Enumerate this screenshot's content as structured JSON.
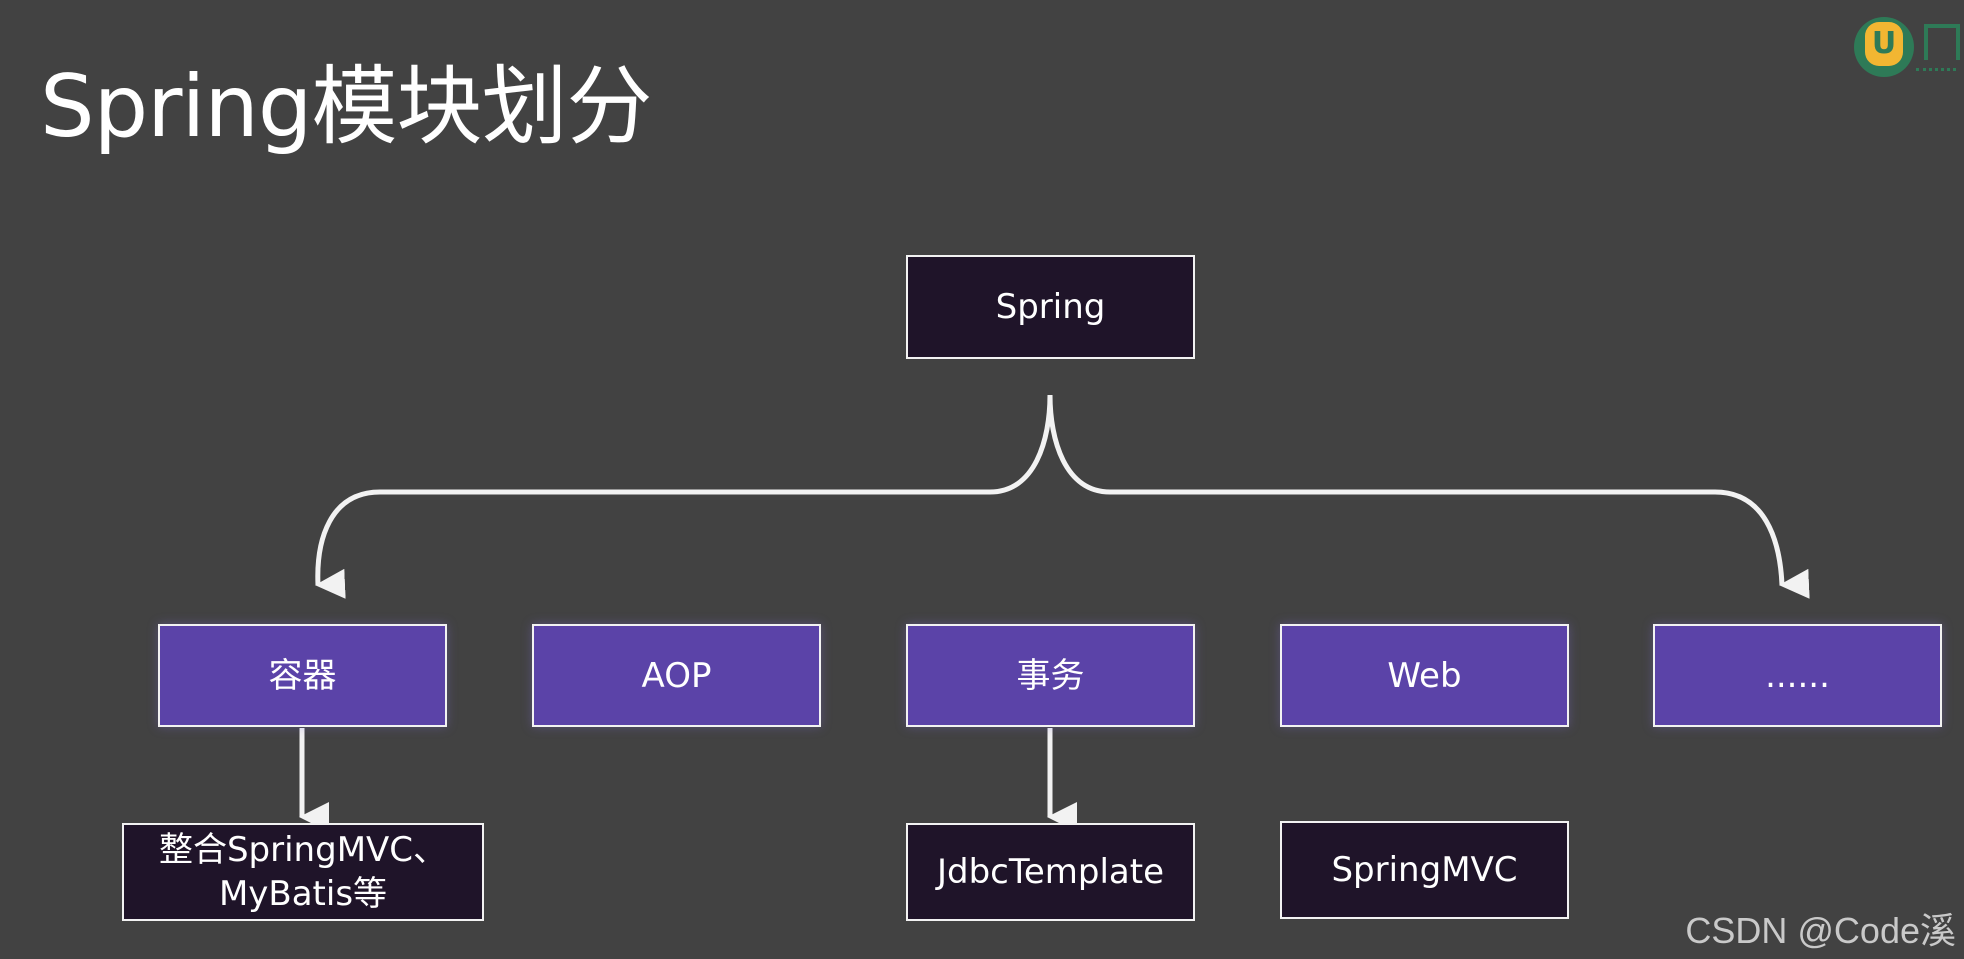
{
  "slide": {
    "title": "Spring模块划分",
    "watermark": "CSDN @Code溪"
  },
  "diagram": {
    "root": {
      "label": "Spring"
    },
    "modules": [
      {
        "label": "容器"
      },
      {
        "label": "AOP"
      },
      {
        "label": "事务"
      },
      {
        "label": "Web"
      },
      {
        "label": "......"
      }
    ],
    "details": {
      "integrate": {
        "line1": "整合SpringMVC、",
        "line2": "MyBatis等"
      },
      "jdbc": {
        "label": "JdbcTemplate"
      },
      "springmvc": {
        "label": "SpringMVC"
      }
    }
  },
  "colors": {
    "background": "#424242",
    "dark_box": "#1f1429",
    "module_box": "#5b43a8",
    "line": "#f2f2f2",
    "logo_green": "#2e7a57",
    "logo_orange": "#f2b632"
  },
  "logo": {
    "icon": "logo-icon"
  }
}
